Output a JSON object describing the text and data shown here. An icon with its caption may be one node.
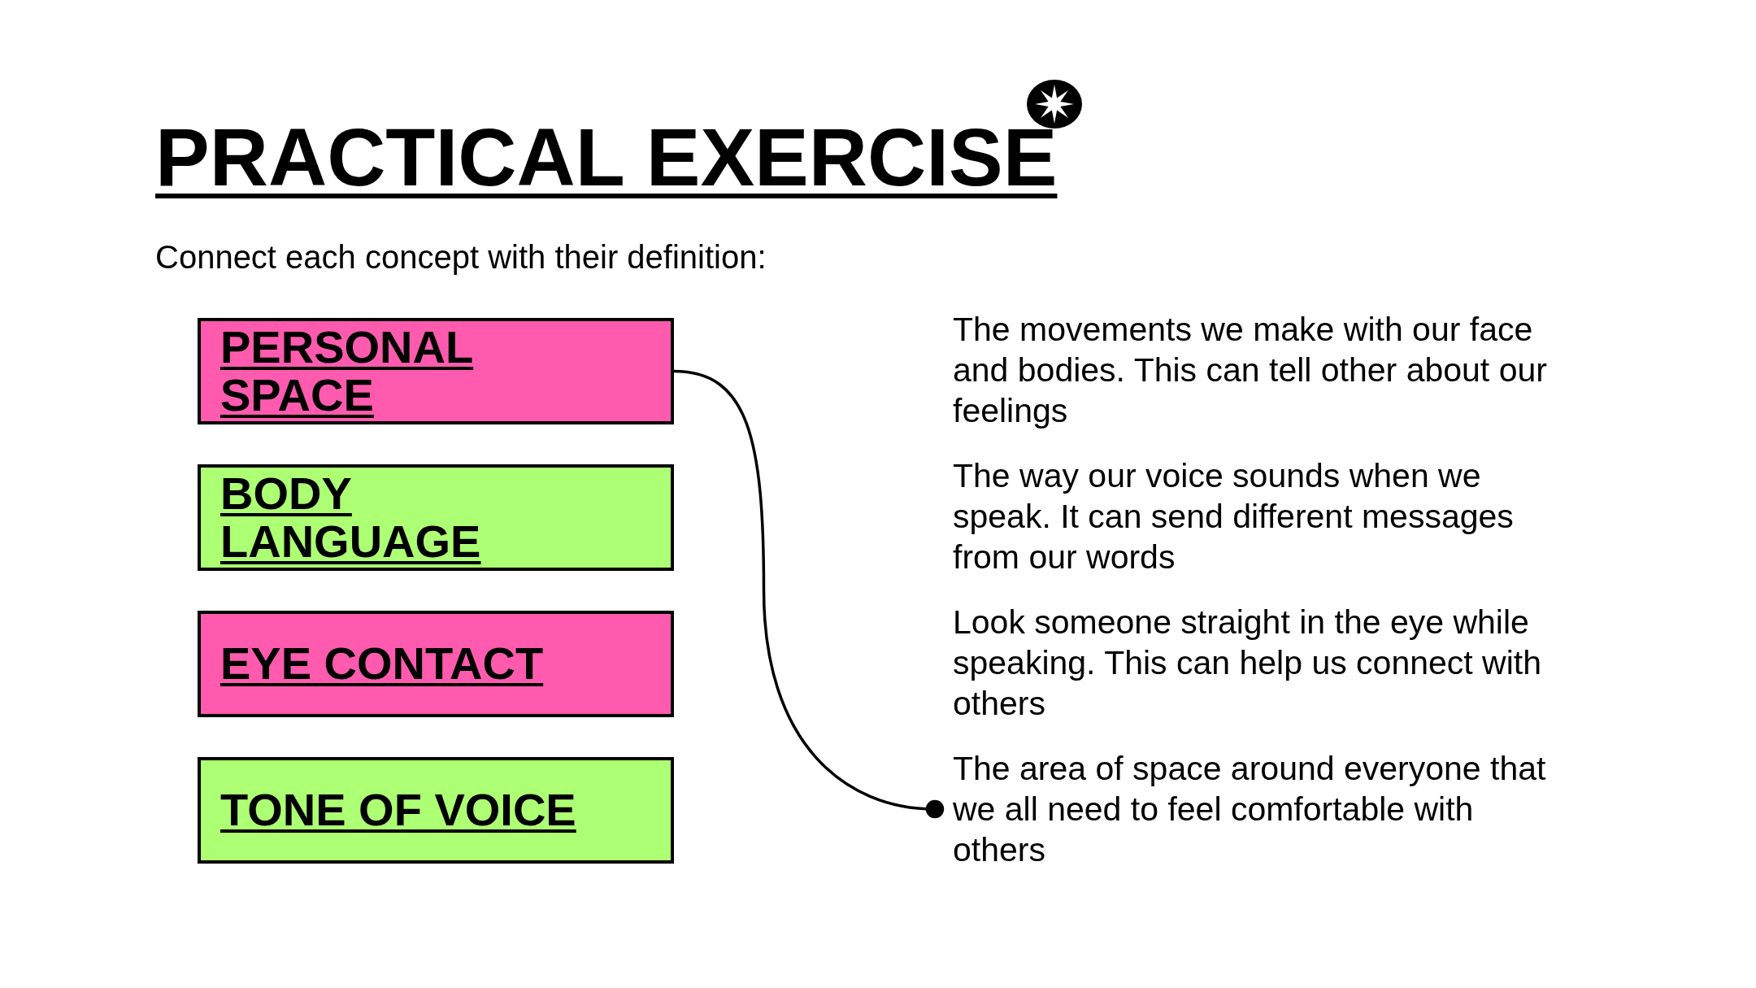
{
  "diagram": {
    "title": "PRACTICAL EXERCISE",
    "nodes": [
      {
        "text": [
          "PERSONAL SPACE"
        ]
      },
      {
        "text": [
          "BODY LANGUAGE"
        ]
      },
      {
        "text": [
          "EYE CONTACT"
        ]
      },
      {
        "text": [
          "TONE OF VOICE"
        ]
      },
      {
        "text": [
          "The movements we make with our face and bodies. This can tell other about our feelings"
        ]
      },
      {
        "text": [
          "The way our voice sounds when we speak. It can send different messages from our words"
        ]
      },
      {
        "text": [
          "Look someone straight in the eye while speaking. This can help us connect with others"
        ]
      },
      {
        "text": [
          "The area of space around everyone that we all need to feel comfortable with others"
        ]
      }
    ],
    "edges": [
      {
        "from": 0,
        "to": 7,
        "arrow": "other"
      }
    ],
    "labels": [
      "Connect each concept with their definition:"
    ]
  }
}
